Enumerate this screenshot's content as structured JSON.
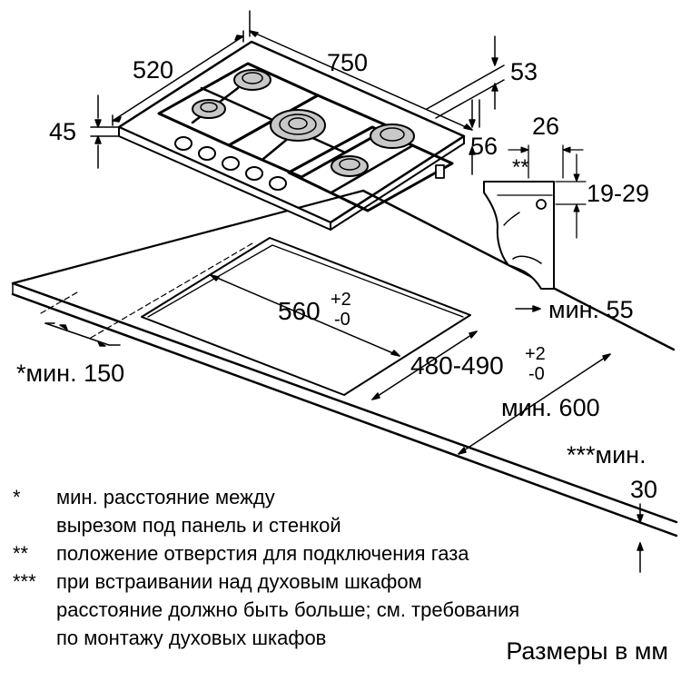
{
  "dimensions": {
    "hob_depth": "520",
    "hob_width": "750",
    "hob_height": "45",
    "back_edge": "53",
    "side_edge": "56",
    "gas_offset": "26",
    "gas_height": "19-29",
    "gas_marker": "**",
    "cutout_width": "560",
    "cutout_width_tol_plus": "+2",
    "cutout_width_tol_minus": "-0",
    "cutout_depth": "480-490",
    "cutout_depth_tol_plus": "+2",
    "cutout_depth_tol_minus": "-0",
    "min_side": "*мин. 150",
    "min_front": "мин. 55",
    "min_top": "мин. 600",
    "min_below_label": "***мин.",
    "min_below_value": "30"
  },
  "notes": {
    "n1_mark": "*",
    "n1_line1": "мин. расстояние между",
    "n1_line2": "вырезом под панель и стенкой",
    "n2_mark": "**",
    "n2_line1": "положение отверстия для подключения газа",
    "n3_mark": "***",
    "n3_line1": "при встраивании над духовым шкафом",
    "n3_line2": "расстояние должно быть больше; см. требования",
    "n3_line3": "по монтажу духовых шкафов"
  },
  "units_label": "Размеры в мм"
}
